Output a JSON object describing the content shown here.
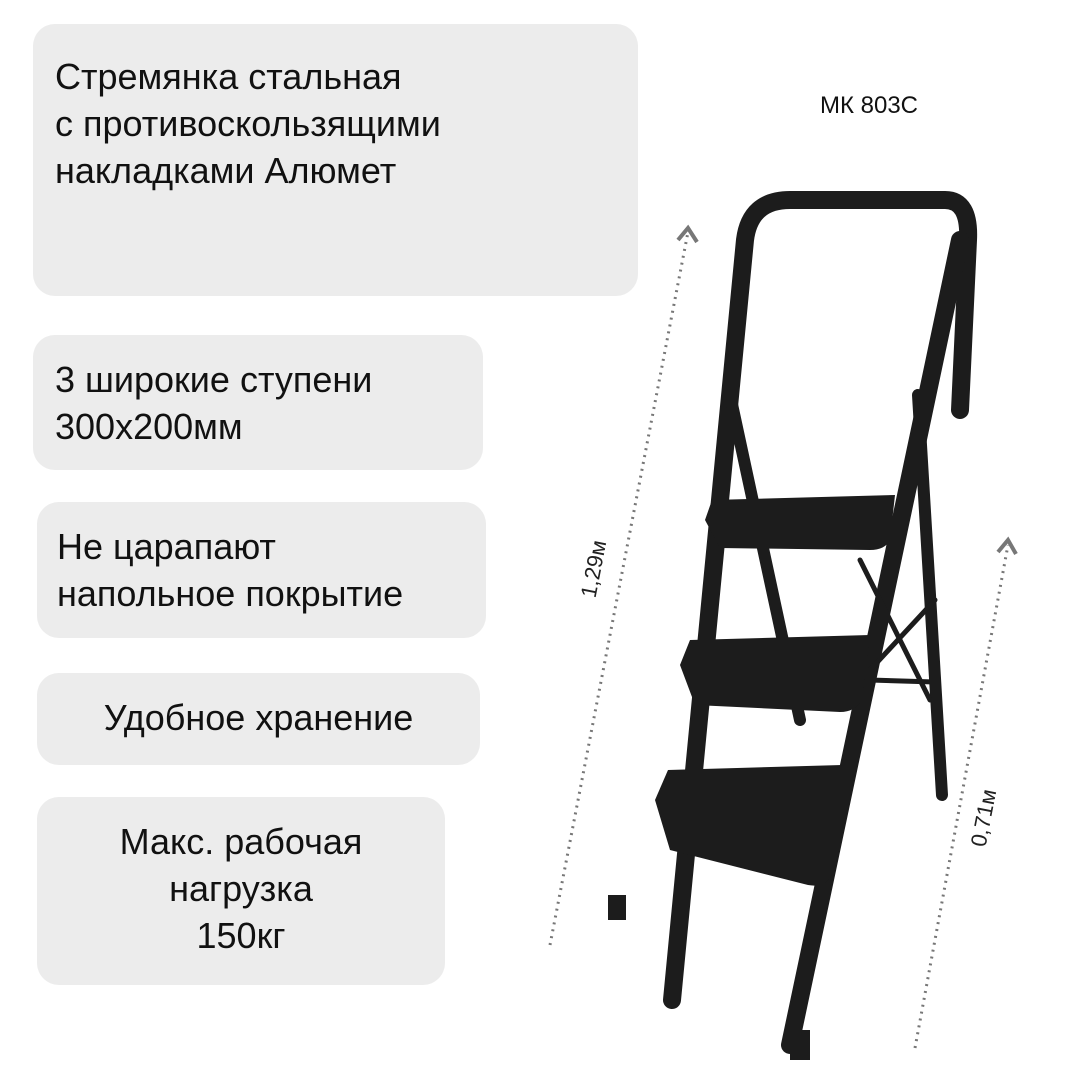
{
  "title": {
    "lines": [
      "Стремянка стальная",
      "с противоскользящими",
      "накладками Алюмет"
    ]
  },
  "model": "МК 803С",
  "features": [
    {
      "lines": [
        "3 широкие ступени",
        "300х200мм"
      ]
    },
    {
      "lines": [
        "Не царапают",
        "напольное покрытие"
      ]
    },
    {
      "lines": [
        "Удобное хранение"
      ]
    },
    {
      "lines": [
        "Макс. рабочая",
        "нагрузка",
        "150кг"
      ]
    }
  ],
  "dimensions": {
    "height": "1,29м",
    "step_height": "0,71м"
  },
  "colors": {
    "box": "#ececec",
    "ladder": "#1c1c1c"
  }
}
